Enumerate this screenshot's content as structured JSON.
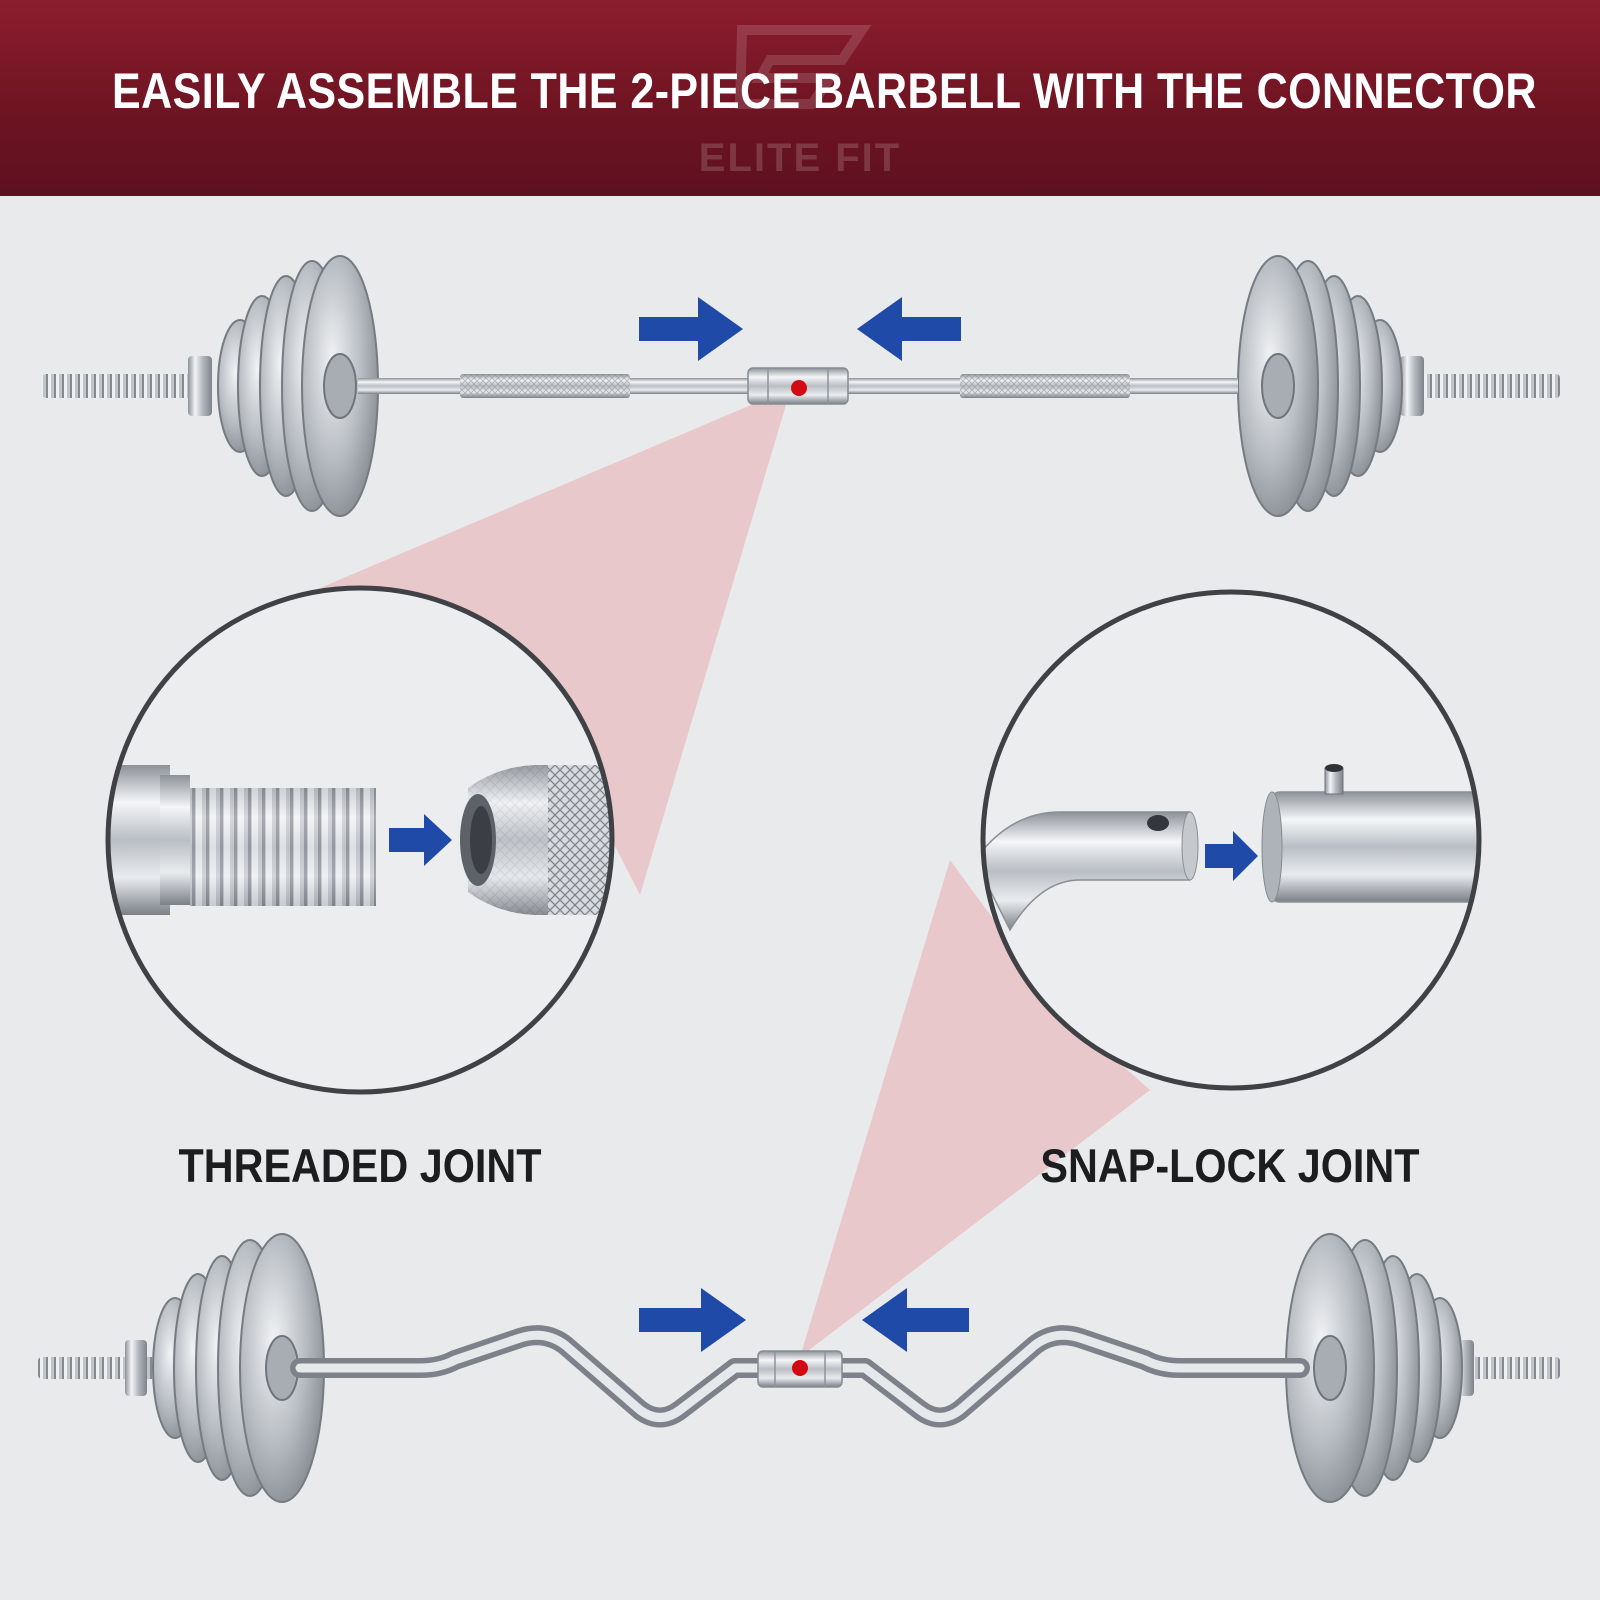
{
  "banner": {
    "title": "EASILY ASSEMBLE THE 2-PIECE BARBELL WITH THE CONNECTOR",
    "brand": "ELITE FIT",
    "color_top": "#8c1d2f",
    "color_bottom": "#5e1020"
  },
  "joints": {
    "threaded_label": "THREADED JOINT",
    "snaplock_label": "SNAP-LOCK JOINT"
  },
  "icons": [
    "arrow-right-icon",
    "arrow-left-icon",
    "red-dot-marker-icon",
    "elite-fit-logo-icon"
  ],
  "colors": {
    "arrow": "#1f4aa8",
    "marker": "#d10a14",
    "callout": "#e8a0a6",
    "chrome": "#c9cdd2",
    "background": "#e9eaec"
  }
}
